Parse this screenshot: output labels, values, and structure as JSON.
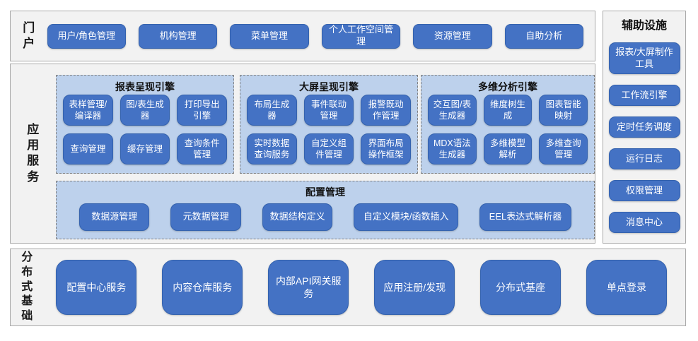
{
  "colors": {
    "node_fill": "#4472C4",
    "node_border": "#3462AE",
    "node_text": "#FFFFFF",
    "group_fill": "#BDD1EC",
    "group_border_dashed": "#7F7F7F",
    "section_fill": "#F2F2F2",
    "section_border": "#A9A9A9"
  },
  "portal": {
    "label": "门户",
    "items": [
      "用户/角色管理",
      "机构管理",
      "菜单管理",
      "个人工作空间管理",
      "资源管理",
      "自助分析"
    ]
  },
  "app_services": {
    "label": "应用服务",
    "engines": [
      {
        "title": "报表呈现引擎",
        "rows": [
          [
            "表样管理/编译器",
            "图/表生成器",
            "打印导出引擎"
          ],
          [
            "查询管理",
            "缓存管理",
            "查询条件管理"
          ]
        ]
      },
      {
        "title": "大屏呈现引擎",
        "rows": [
          [
            "布局生成器",
            "事件联动管理",
            "报警既动作管理"
          ],
          [
            "实时数据查询服务",
            "自定义组件管理",
            "界面布局操作框架"
          ]
        ]
      },
      {
        "title": "多维分析引擎",
        "rows": [
          [
            "交互图/表生成器",
            "维度树生成",
            "图表智能映射"
          ],
          [
            "MDX语法生成器",
            "多维模型解析",
            "多维查询管理"
          ]
        ]
      }
    ],
    "config": {
      "title": "配置管理",
      "items": [
        "数据源管理",
        "元数据管理",
        "数据结构定义",
        "自定义模块/函数插入",
        "EEL表达式解析器"
      ]
    }
  },
  "distributed": {
    "label": "分布式基础",
    "items": [
      "配置中心服务",
      "内容仓库服务",
      "内部API网关服务",
      "应用注册/发现",
      "分布式基座",
      "单点登录"
    ]
  },
  "auxiliary": {
    "title": "辅助设施",
    "items": [
      "报表/大屏制作工具",
      "工作流引擎",
      "定时任务调度",
      "运行日志",
      "权限管理",
      "消息中心"
    ]
  }
}
